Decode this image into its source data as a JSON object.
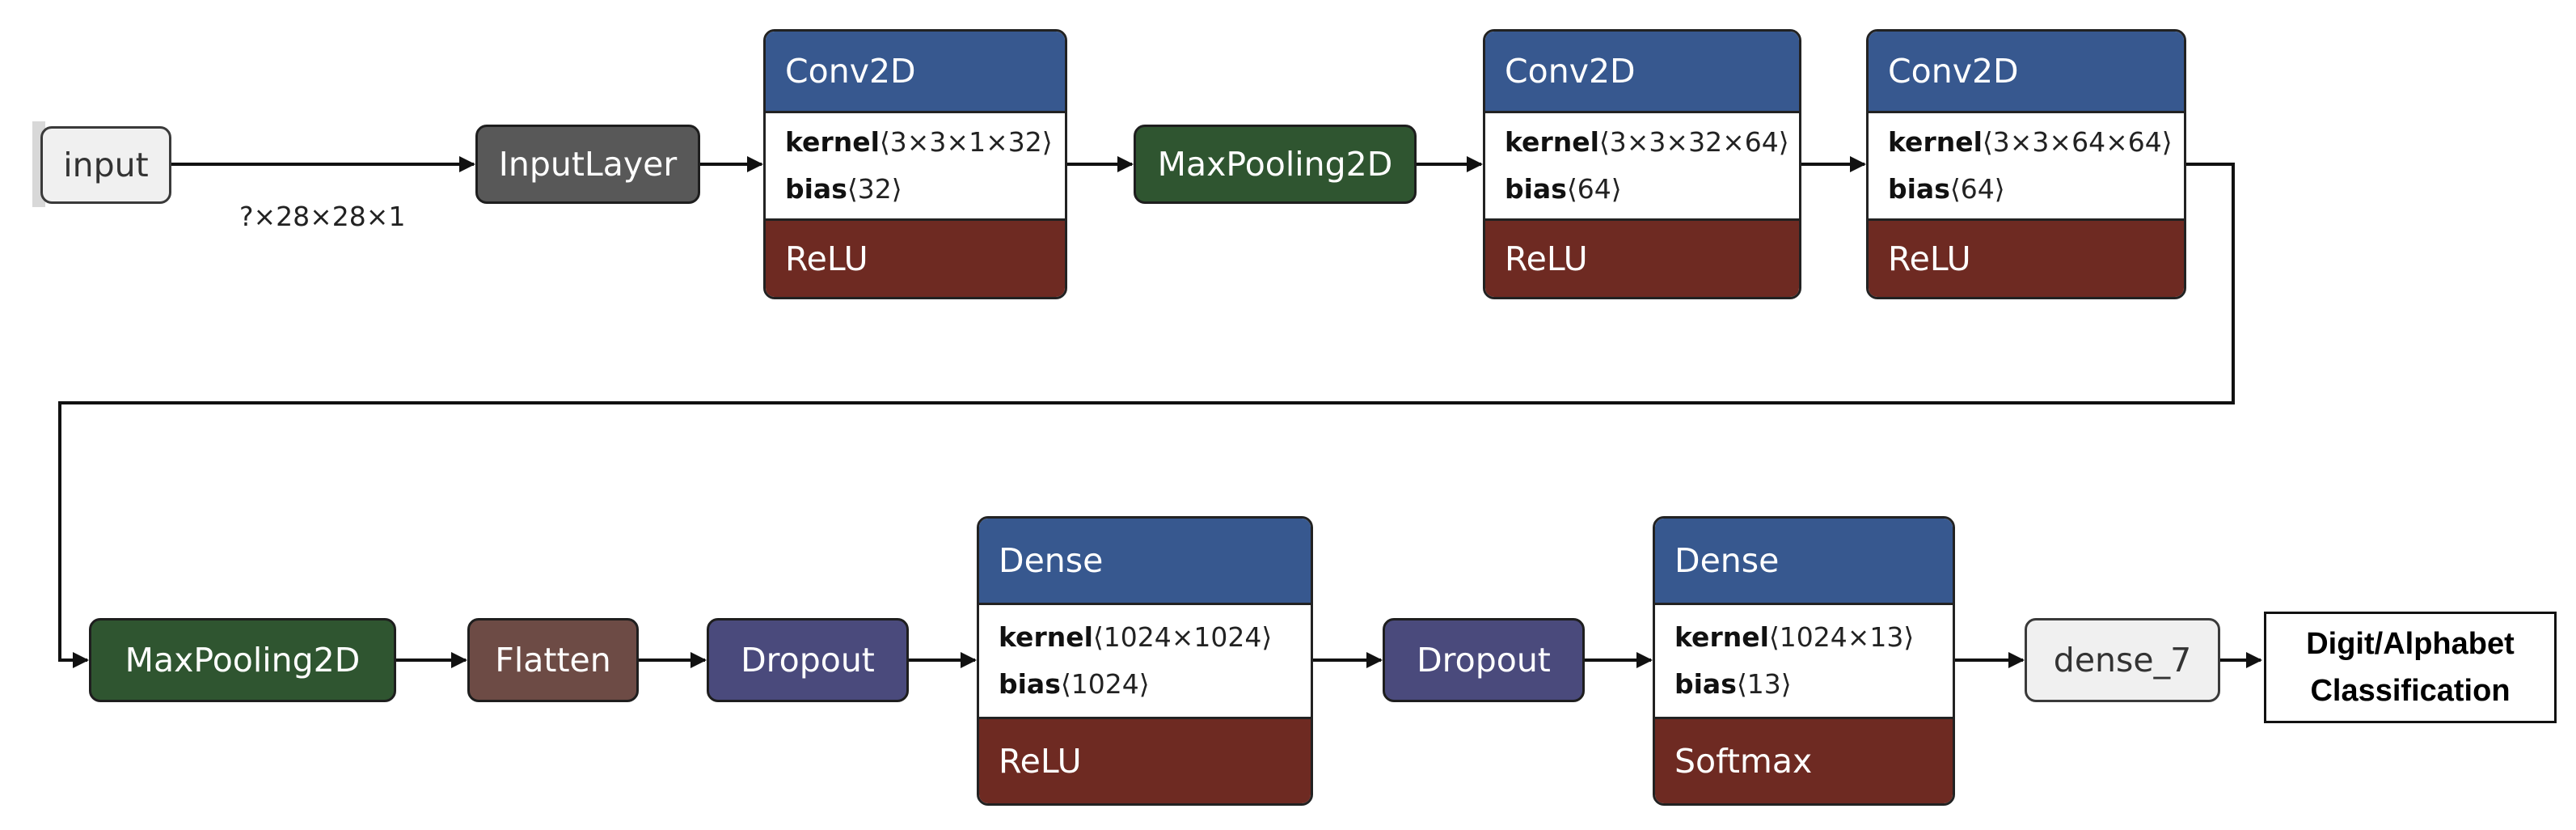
{
  "colors": {
    "conv_header": "#37588f",
    "activation": "#6e2a22",
    "input_layer": "#585858",
    "maxpool": "#2f5530",
    "flatten": "#6d4b45",
    "dropout": "#4a4a7c",
    "light_node": "#f0f0f0",
    "edge": "#111111"
  },
  "input": {
    "label": "input",
    "shape": "?×28×28×1"
  },
  "input_layer": {
    "label": "InputLayer"
  },
  "conv1": {
    "title": "Conv2D",
    "kernel_label": "kernel",
    "kernel_shape": "⟨3×3×1×32⟩",
    "bias_label": "bias",
    "bias_shape": "⟨32⟩",
    "activation": "ReLU"
  },
  "maxpool1": {
    "label": "MaxPooling2D"
  },
  "conv2": {
    "title": "Conv2D",
    "kernel_label": "kernel",
    "kernel_shape": "⟨3×3×32×64⟩",
    "bias_label": "bias",
    "bias_shape": "⟨64⟩",
    "activation": "ReLU"
  },
  "conv3": {
    "title": "Conv2D",
    "kernel_label": "kernel",
    "kernel_shape": "⟨3×3×64×64⟩",
    "bias_label": "bias",
    "bias_shape": "⟨64⟩",
    "activation": "ReLU"
  },
  "maxpool2": {
    "label": "MaxPooling2D"
  },
  "flatten": {
    "label": "Flatten"
  },
  "dropout1": {
    "label": "Dropout"
  },
  "dense1": {
    "title": "Dense",
    "kernel_label": "kernel",
    "kernel_shape": "⟨1024×1024⟩",
    "bias_label": "bias",
    "bias_shape": "⟨1024⟩",
    "activation": "ReLU"
  },
  "dropout2": {
    "label": "Dropout"
  },
  "dense2": {
    "title": "Dense",
    "kernel_label": "kernel",
    "kernel_shape": "⟨1024×13⟩",
    "bias_label": "bias",
    "bias_shape": "⟨13⟩",
    "activation": "Softmax"
  },
  "output": {
    "label": "dense_7"
  },
  "result": {
    "line1": "Digit/Alphabet",
    "line2": "Classification"
  }
}
